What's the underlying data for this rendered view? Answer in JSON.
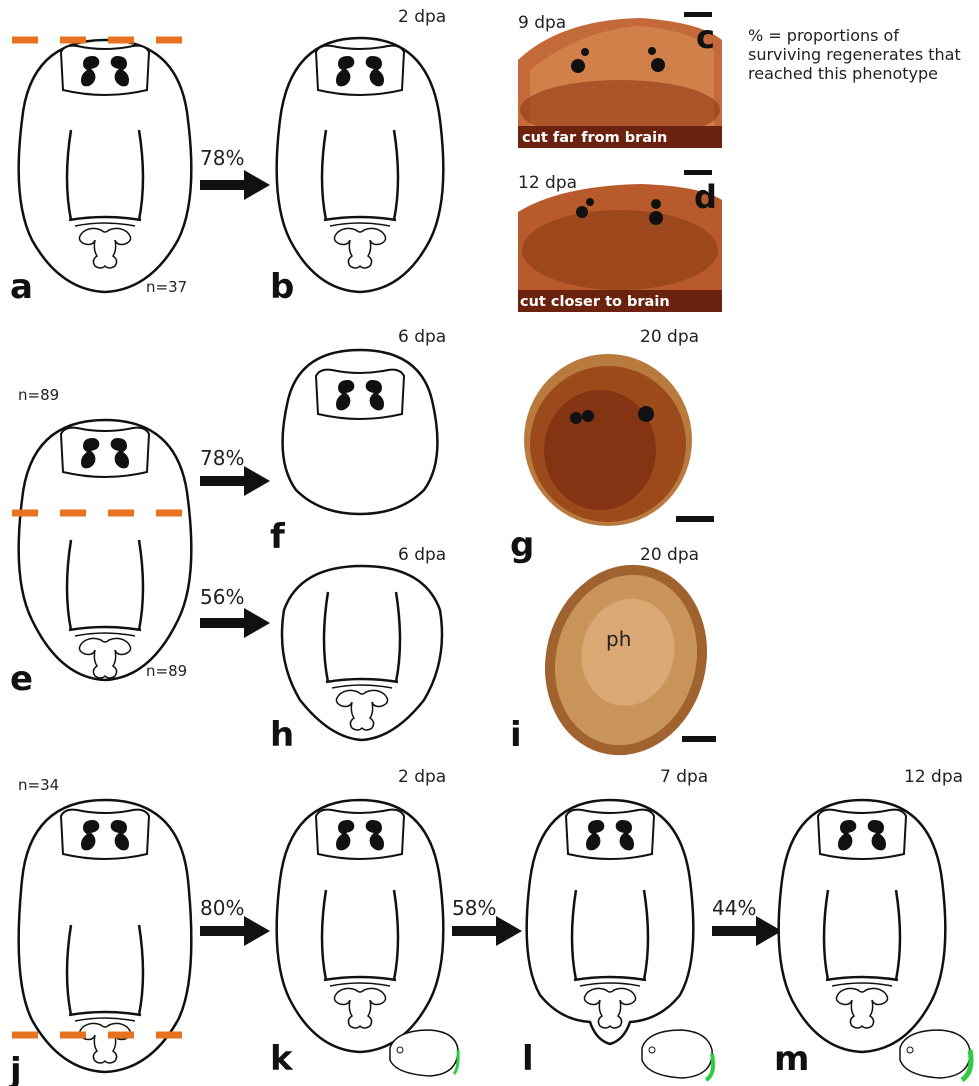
{
  "legend": "% = proportions of surviving regenerates that reached this phenotype",
  "panels": {
    "a": "a",
    "b": "b",
    "c": "c",
    "d": "d",
    "e": "e",
    "f": "f",
    "g": "g",
    "h": "h",
    "i": "i",
    "j": "j",
    "k": "k",
    "l": "l",
    "m": "m"
  },
  "times": {
    "b": "2 dpa",
    "c": "9 dpa",
    "d": "12 dpa",
    "f": "6 dpa",
    "g": "20 dpa",
    "h": "6 dpa",
    "i": "20 dpa",
    "k": "2 dpa",
    "l": "7 dpa",
    "m": "12 dpa"
  },
  "counts": {
    "a": "n=37",
    "e_top": "n=89",
    "e_bottom": "n=89",
    "j": "n=34"
  },
  "percents": {
    "ab": "78%",
    "ef": "78%",
    "eh": "56%",
    "jk": "80%",
    "kl": "58%",
    "lm": "44%"
  },
  "captions": {
    "c": "cut far from brain",
    "d": "cut closer to brain",
    "i_ph": "ph"
  },
  "colors": {
    "cut_line": "#e8731e",
    "regrowth": "#2ecc40",
    "photo_dark": "#6b2310",
    "photo_mid": "#c46a3a"
  }
}
